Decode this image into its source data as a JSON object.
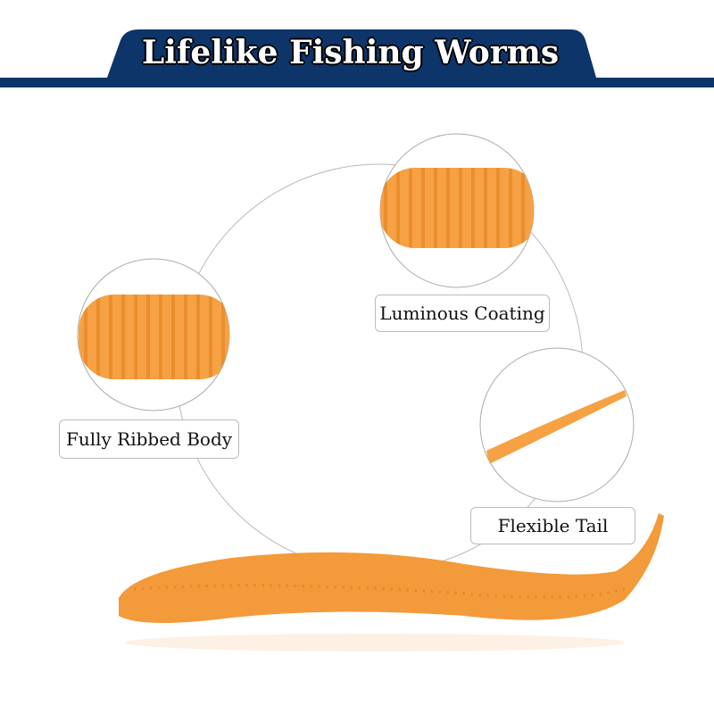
{
  "header": {
    "title": "Lifelike Fishing Worms",
    "color": "#0d3569"
  },
  "callouts": [
    {
      "label": "Luminous Coating"
    },
    {
      "label": "Fully Ribbed Body"
    },
    {
      "label": "Flexible Tail"
    }
  ],
  "colors": {
    "worm": "#f39a3a",
    "worm_dark": "#e07f1c"
  }
}
